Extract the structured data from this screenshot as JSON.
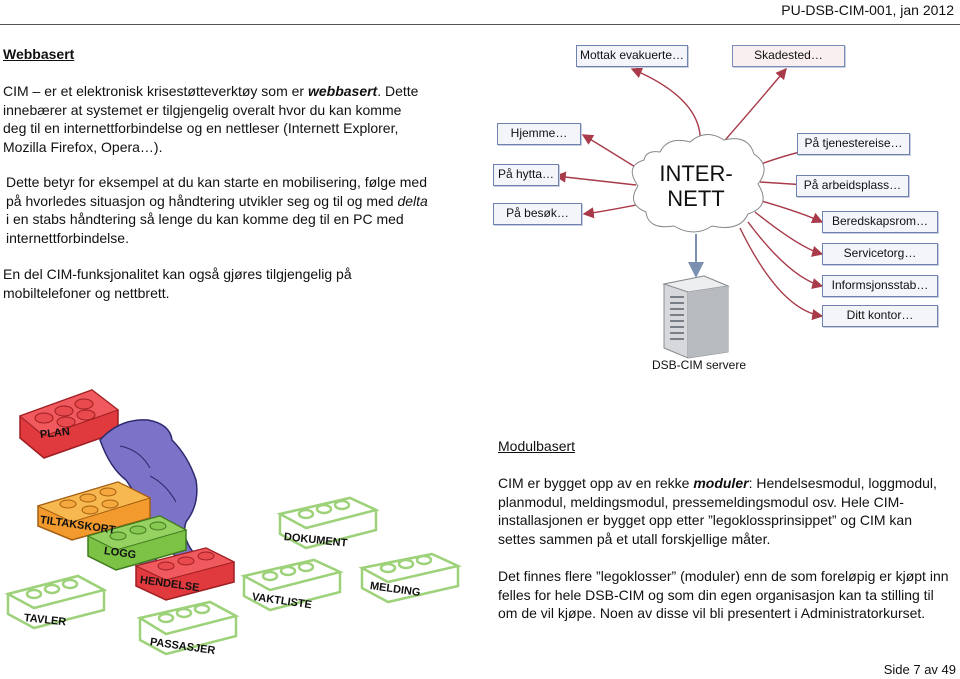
{
  "header": {
    "doc_id": "PU-DSB-CIM-001, jan 2012"
  },
  "web": {
    "heading": "Webbasert",
    "p1_a": "CIM – er et elektronisk krisestøtteverktøy som er ",
    "p1_b": "webbasert",
    "p1_c": ". Dette innebærer at systemet er tilgjengelig overalt hvor du kan komme deg til en internettforbindelse og en nettleser (Internett Explorer, Mozilla Firefox, Opera…).",
    "p2_a": "Dette betyr for eksempel at du kan starte en mobilisering, følge med på hvorledes situasjon og håndtering utvikler seg og til og med ",
    "p2_b": "delta",
    "p2_c": " i en stabs håndtering så lenge du kan komme deg til en PC med internettforbindelse.",
    "p3": "En del CIM-funksjonalitet kan også gjøres tilgjengelig på mobiltelefoner og nettbrett."
  },
  "diagram": {
    "center": [
      "INTER-",
      "NETT"
    ],
    "top": [
      "Mottak evakuerte…",
      "Skadested…"
    ],
    "left": [
      "Hjemme…",
      "På hytta…",
      "På besøk…"
    ],
    "right": [
      "På tjenestereise…",
      "På arbeidsplass…",
      "Beredskapsrom…",
      "Servicetorg…",
      "Informsjonsstab…",
      "Ditt kontor…"
    ],
    "server_label": "DSB-CIM servere"
  },
  "lego": {
    "labels": [
      "PLAN",
      "TILTAKSKORT",
      "LOGG",
      "DOKUMENT",
      "HENDELSE",
      "VAKTLISTE",
      "MELDING",
      "TAVLER",
      "PASSASJER"
    ]
  },
  "modul": {
    "heading": "Modulbasert",
    "p1_a": "CIM er bygget opp av en rekke ",
    "p1_b": "moduler",
    "p1_c": ": Hendelsesmodul, loggmodul, planmodul, meldingsmodul, pressemeldingsmodul osv. Hele CIM-installasjonen er bygget opp etter ”legoklossprinsippet” og CIM kan settes sammen på et utall forskjellige måter.",
    "p2": "Det finnes flere ”legoklosser” (moduler) enn de som foreløpig er kjøpt inn felles for hele DSB-CIM og som din egen organisasjon kan ta stilling til om de vil kjøpe. Noen av disse vil bli presentert i Administratorkurset."
  },
  "footer": {
    "page": "Side 7 av 49"
  },
  "colors": {
    "arrow": "#a83a4a",
    "box_border": "#6e82b0",
    "lego_red": "#e03a3e",
    "lego_orange": "#f29a2e",
    "lego_green": "#7cc245",
    "lego_green_outline": "#9ed27a",
    "figure_purple": "#7b73c8"
  }
}
